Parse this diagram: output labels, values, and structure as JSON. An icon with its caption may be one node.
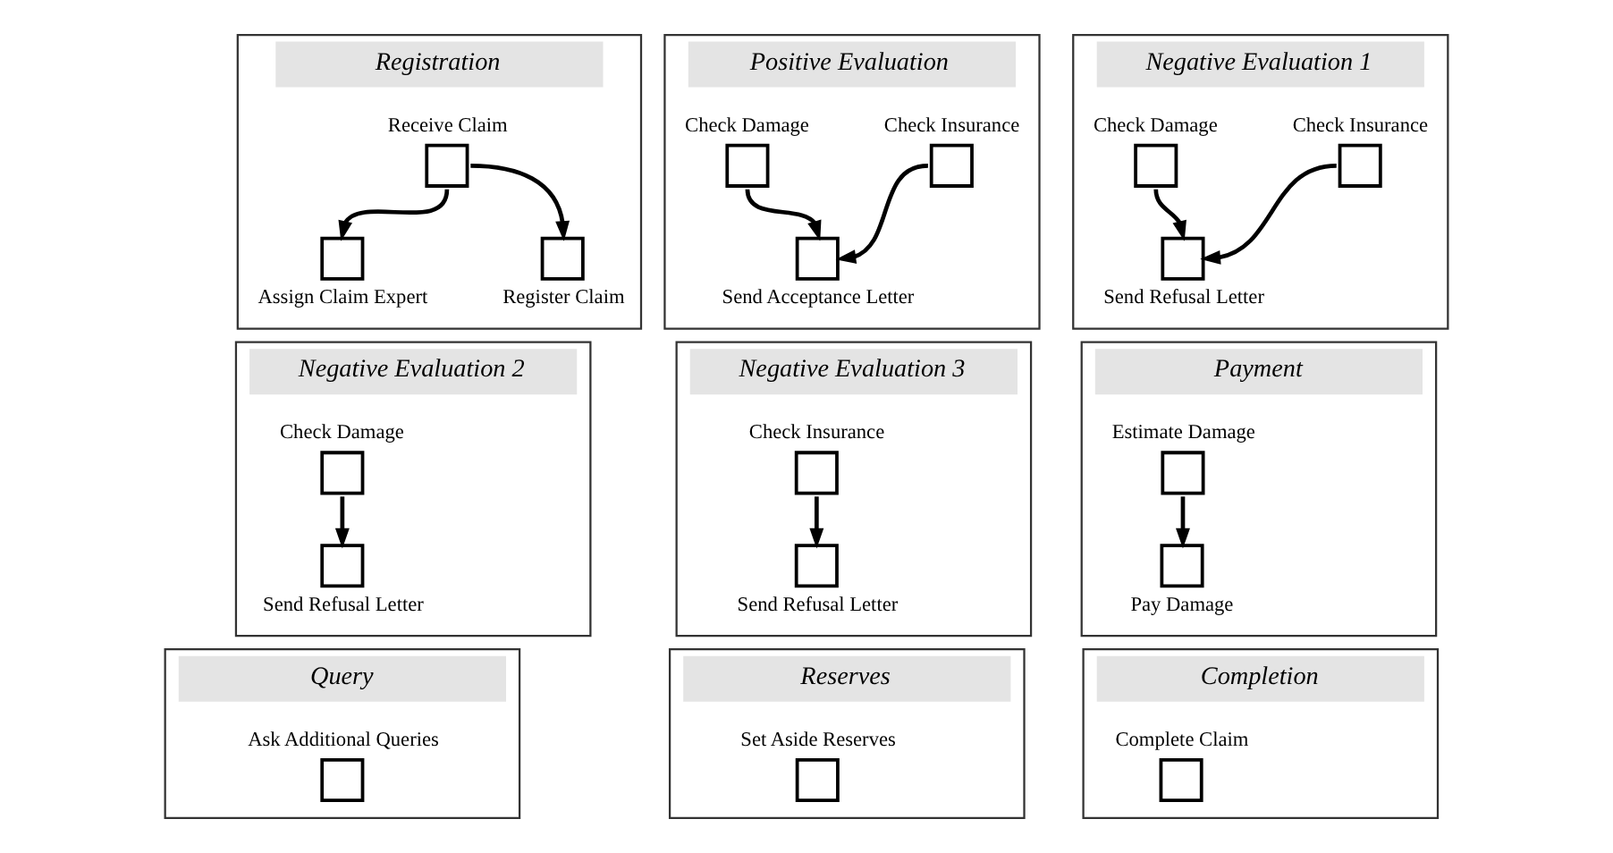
{
  "diagram": {
    "nodes": [
      {
        "text": [
          "Registration"
        ]
      },
      {
        "text": [],
        "shape": "box",
        "beside": [
          "Receive Claim"
        ],
        "in": 0
      },
      {
        "text": [],
        "shape": "box",
        "beside": [
          "Assign Claim Expert"
        ],
        "in": 0
      },
      {
        "text": [],
        "shape": "box",
        "beside": [
          "Register Claim"
        ],
        "in": 0
      },
      {
        "text": [
          "Positive Evaluation"
        ]
      },
      {
        "text": [],
        "shape": "box",
        "beside": [
          "Check Damage"
        ],
        "in": 4
      },
      {
        "text": [],
        "shape": "box",
        "beside": [
          "Check Insurance"
        ],
        "in": 4
      },
      {
        "text": [],
        "shape": "box",
        "beside": [
          "Send Acceptance Letter"
        ],
        "in": 4
      },
      {
        "text": [
          "Negative Evaluation 1"
        ]
      },
      {
        "text": [],
        "shape": "box",
        "beside": [
          "Check Damage"
        ],
        "in": 8
      },
      {
        "text": [],
        "shape": "box",
        "beside": [
          "Check Insurance"
        ],
        "in": 8
      },
      {
        "text": [],
        "shape": "box",
        "beside": [
          "Send Refusal Letter"
        ],
        "in": 8
      },
      {
        "text": [
          "Negative Evaluation 2"
        ]
      },
      {
        "text": [],
        "shape": "box",
        "beside": [
          "Check Damage"
        ],
        "in": 12
      },
      {
        "text": [],
        "shape": "box",
        "beside": [
          "Send Refusal Letter"
        ],
        "in": 12
      },
      {
        "text": [
          "Negative Evaluation 3"
        ]
      },
      {
        "text": [],
        "shape": "box",
        "beside": [
          "Check Insurance"
        ],
        "in": 15
      },
      {
        "text": [],
        "shape": "box",
        "beside": [
          "Send Refusal Letter"
        ],
        "in": 15
      },
      {
        "text": [
          "Payment"
        ]
      },
      {
        "text": [],
        "shape": "box",
        "beside": [
          "Estimate Damage"
        ],
        "in": 18
      },
      {
        "text": [],
        "shape": "box",
        "beside": [
          "Pay Damage"
        ],
        "in": 18
      },
      {
        "text": [
          "Query"
        ]
      },
      {
        "text": [],
        "shape": "box",
        "beside": [
          "Ask Additional Queries"
        ],
        "in": 21
      },
      {
        "text": [
          "Reserves"
        ]
      },
      {
        "text": [],
        "shape": "box",
        "beside": [
          "Set Aside Reserves"
        ],
        "in": 23
      },
      {
        "text": [
          "Completion"
        ]
      },
      {
        "text": [],
        "shape": "box",
        "beside": [
          "Complete Claim"
        ],
        "in": 25
      }
    ],
    "edges": [
      {
        "from": 1,
        "to": 2,
        "arrow": "to"
      },
      {
        "from": 1,
        "to": 3,
        "arrow": "to"
      },
      {
        "from": 5,
        "to": 7,
        "arrow": "to"
      },
      {
        "from": 6,
        "to": 7,
        "arrow": "to"
      },
      {
        "from": 9,
        "to": 11,
        "arrow": "to"
      },
      {
        "from": 10,
        "to": 11,
        "arrow": "to"
      },
      {
        "from": 13,
        "to": 14,
        "arrow": "to"
      },
      {
        "from": 16,
        "to": 17,
        "arrow": "to"
      },
      {
        "from": 19,
        "to": 20,
        "arrow": "to"
      }
    ]
  }
}
